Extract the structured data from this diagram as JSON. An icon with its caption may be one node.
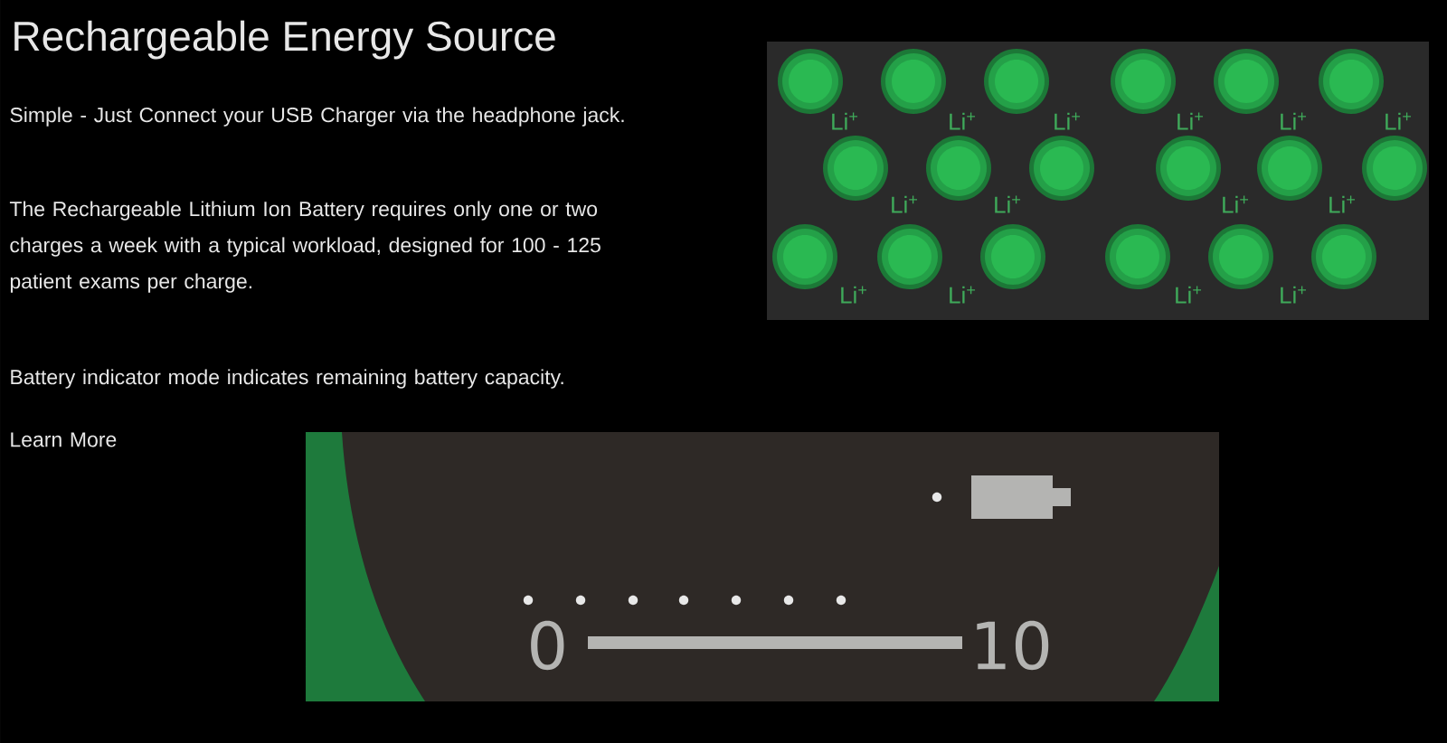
{
  "diagram": {
    "title": "Rechargeable Energy Source",
    "labels": [
      "Simple - Just Connect your USB Charger via the headphone jack.",
      "The Rechargeable Lithium Ion Battery requires only one or two charges a week with a typical workload, designed for 100 - 125 patient exams per charge.",
      "Battery indicator mode indicates remaining battery capacity.",
      "Learn More",
      "Li$^{+}$",
      "Li$^{+}$",
      "Li$^{+}$",
      "Li$^{+}$",
      "Li$^{+}$",
      "Li$^{+}$",
      "Li$^{+}$",
      "Li$^{+}$",
      "Li$^{+}$",
      "Li$^{+}$",
      "Li$^{+}$",
      "Li$^{+}$",
      "Li$^{+}$",
      "Li$^{+}$",
      "0",
      "10"
    ]
  }
}
